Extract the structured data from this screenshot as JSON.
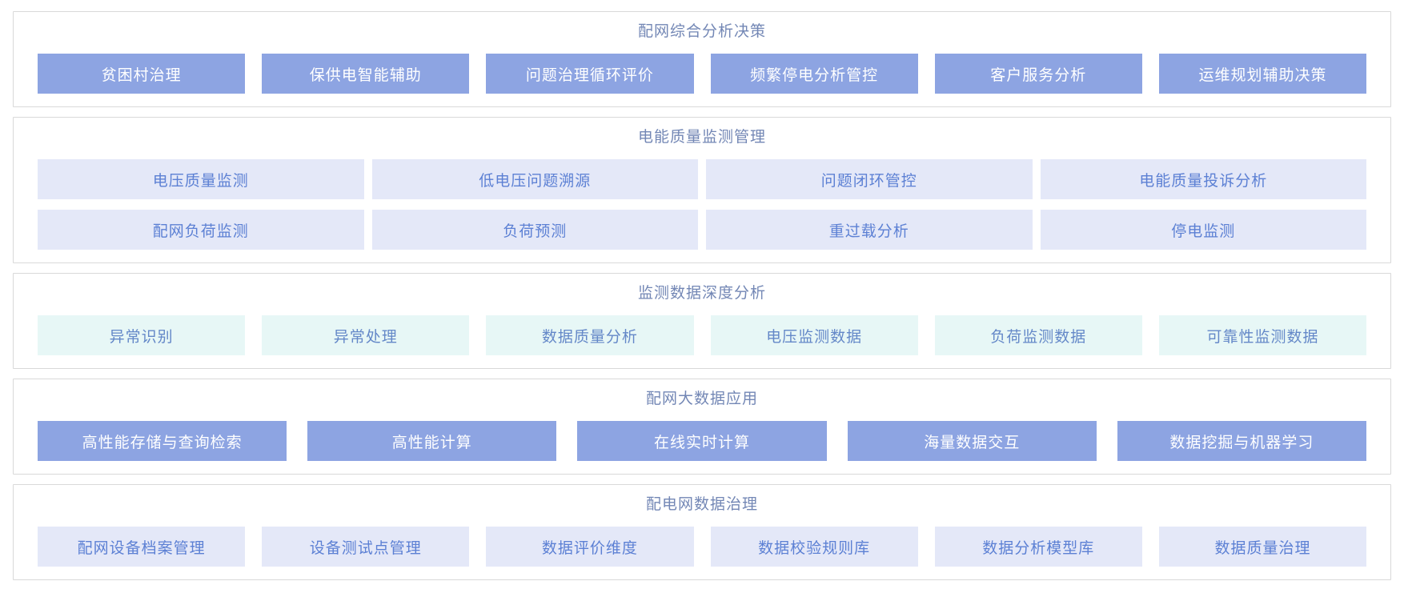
{
  "colors": {
    "page_bg": "#ffffff",
    "card_border": "#d9d9d9",
    "section_title_text": "#7387b5",
    "solid_button_bg": "#8da4e2",
    "solid_button_text": "#ffffff",
    "lavender_button_bg": "#e4e8f8",
    "lavender_button_text": "#5c80d4",
    "mint_button_bg": "#e7f7f6",
    "mint_button_text": "#6488c8"
  },
  "sections": [
    {
      "id": "comprehensive-analysis-decision",
      "title": "配网综合分析决策",
      "style": "solid",
      "rows": [
        [
          "贫困村治理",
          "保供电智能辅助",
          "问题治理循环评价",
          "频繁停电分析管控",
          "客户服务分析",
          "运维规划辅助决策"
        ]
      ]
    },
    {
      "id": "power-quality-monitoring",
      "title": "电能质量监测管理",
      "style": "lavender",
      "rows": [
        [
          "电压质量监测",
          "低电压问题溯源",
          "问题闭环管控",
          "电能质量投诉分析"
        ],
        [
          "配网负荷监测",
          "负荷预测",
          "重过载分析",
          "停电监测"
        ]
      ]
    },
    {
      "id": "monitoring-data-deep-analysis",
      "title": "监测数据深度分析",
      "style": "mint",
      "rows": [
        [
          "异常识别",
          "异常处理",
          "数据质量分析",
          "电压监测数据",
          "负荷监测数据",
          "可靠性监测数据"
        ]
      ]
    },
    {
      "id": "big-data-application",
      "title": "配网大数据应用",
      "style": "solid",
      "rows": [
        [
          "高性能存储与查询检索",
          "高性能计算",
          "在线实时计算",
          "海量数据交互",
          "数据挖掘与机器学习"
        ]
      ]
    },
    {
      "id": "data-governance",
      "title": "配电网数据治理",
      "style": "lavender",
      "rows": [
        [
          "配网设备档案管理",
          "设备测试点管理",
          "数据评价维度",
          "数据校验规则库",
          "数据分析模型库",
          "数据质量治理"
        ]
      ]
    }
  ]
}
